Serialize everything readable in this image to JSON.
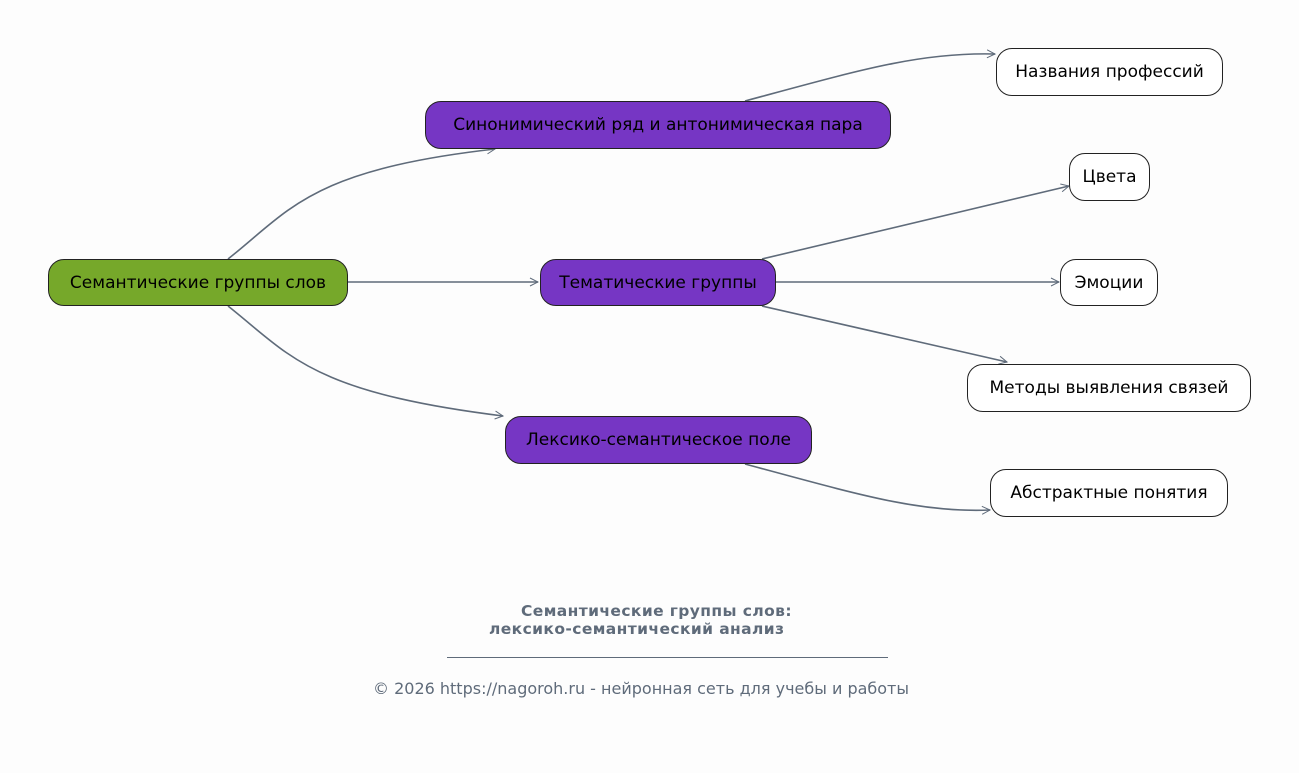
{
  "diagram": {
    "root": {
      "label": "Семантические группы слов",
      "color": "#76a82a"
    },
    "branches": [
      {
        "label": "Синонимический ряд и антонимическая пара",
        "color": "#7636c4"
      },
      {
        "label": "Тематические группы",
        "color": "#7636c4"
      },
      {
        "label": "Лексико-семантическое поле",
        "color": "#7636c4"
      }
    ],
    "leaves": [
      {
        "label": "Названия профессий",
        "parent": "Синонимический ряд и антонимическая пара"
      },
      {
        "label": "Цвета",
        "parent": "Тематические группы"
      },
      {
        "label": "Эмоции",
        "parent": "Тематические группы"
      },
      {
        "label": "Методы выявления связей",
        "parent": "Тематические группы"
      },
      {
        "label": "Абстрактные понятия",
        "parent": "Лексико-семантическое поле"
      }
    ],
    "edge_color": "#5f6b7a"
  },
  "caption": {
    "line1": "Семантические группы слов:",
    "line2": "лексико-семантический анализ"
  },
  "footer": {
    "text": "© 2026 https://nagoroh.ru - нейронная сеть для учебы и работы"
  }
}
